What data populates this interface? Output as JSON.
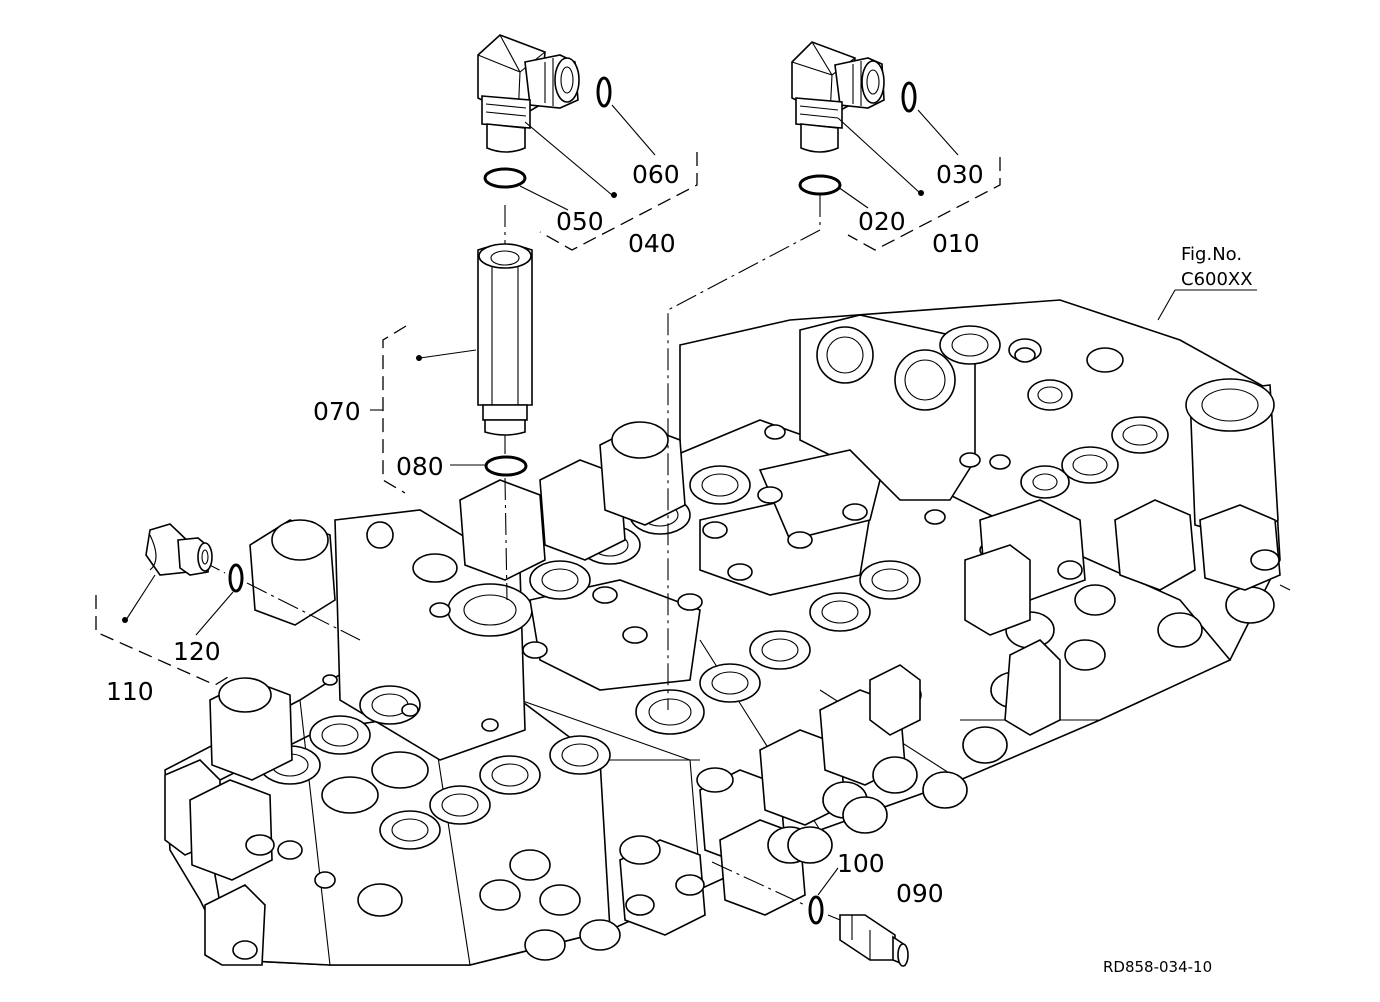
{
  "diagram": {
    "labels": {
      "p010": "010",
      "p020": "020",
      "p030": "030",
      "p040": "040",
      "p050": "050",
      "p060": "060",
      "p070": "070",
      "p080": "080",
      "p090": "090",
      "p100": "100",
      "p110": "110",
      "p120": "120"
    },
    "fig_no_label": "Fig.No.",
    "fig_no_value": "C600XX",
    "drawing_ref": "RD858-034-10"
  }
}
